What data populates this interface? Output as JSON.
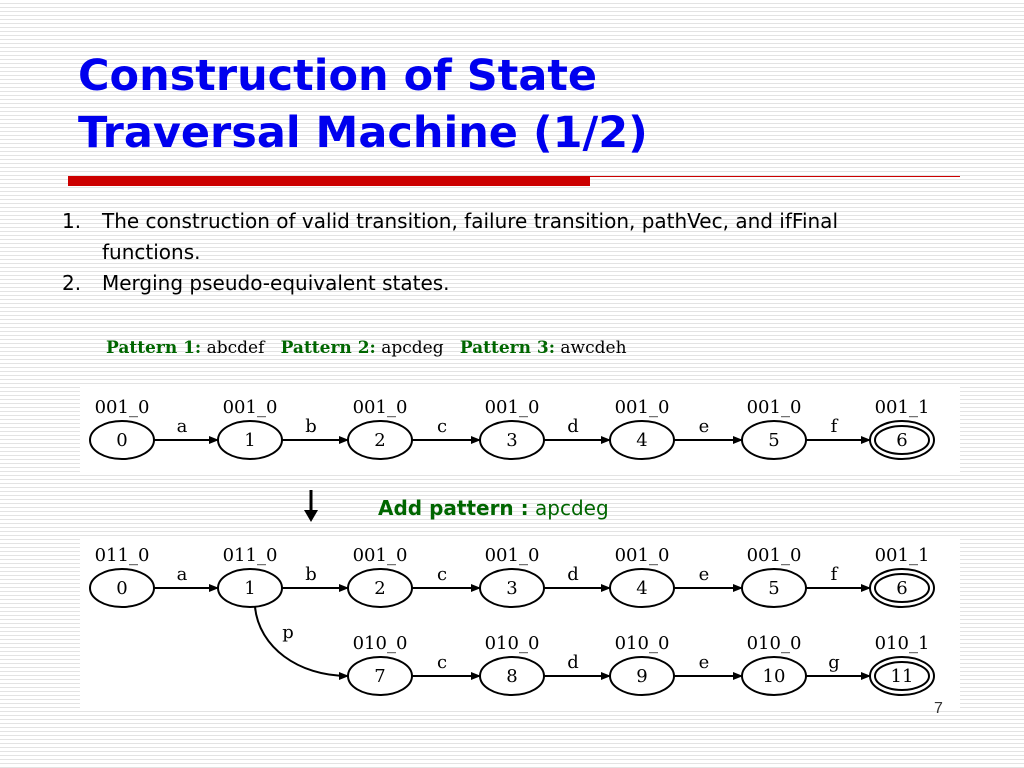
{
  "slide": {
    "title_line1": "Construction of State",
    "title_line2": "Traversal Machine (1/2)",
    "page_number": "7",
    "colors": {
      "title": "#0000ee",
      "rule": "#cc0000",
      "pattern_label": "#006600"
    }
  },
  "items": [
    {
      "num": "1.",
      "text": "The construction of valid transition, failure transition, pathVec, and ifFinal functions."
    },
    {
      "num": "2.",
      "text": "Merging pseudo-equivalent states."
    }
  ],
  "patterns": [
    {
      "label": "Pattern 1:",
      "value": "abcdef"
    },
    {
      "label": "Pattern 2:",
      "value": "apcdeg"
    },
    {
      "label": "Pattern 3:",
      "value": "awcdeh"
    }
  ],
  "add_pattern": {
    "label": "Add pattern :",
    "value": "apcdeg"
  },
  "diagram1": {
    "nodes": [
      {
        "id": "0",
        "tag": "001_0",
        "final": false
      },
      {
        "id": "1",
        "tag": "001_0",
        "final": false
      },
      {
        "id": "2",
        "tag": "001_0",
        "final": false
      },
      {
        "id": "3",
        "tag": "001_0",
        "final": false
      },
      {
        "id": "4",
        "tag": "001_0",
        "final": false
      },
      {
        "id": "5",
        "tag": "001_0",
        "final": false
      },
      {
        "id": "6",
        "tag": "001_1",
        "final": true
      }
    ],
    "edges": [
      {
        "from": "0",
        "to": "1",
        "label": "a"
      },
      {
        "from": "1",
        "to": "2",
        "label": "b"
      },
      {
        "from": "2",
        "to": "3",
        "label": "c"
      },
      {
        "from": "3",
        "to": "4",
        "label": "d"
      },
      {
        "from": "4",
        "to": "5",
        "label": "e"
      },
      {
        "from": "5",
        "to": "6",
        "label": "f"
      }
    ]
  },
  "diagram2": {
    "nodes": [
      {
        "id": "0",
        "tag": "011_0",
        "final": false
      },
      {
        "id": "1",
        "tag": "011_0",
        "final": false
      },
      {
        "id": "2",
        "tag": "001_0",
        "final": false
      },
      {
        "id": "3",
        "tag": "001_0",
        "final": false
      },
      {
        "id": "4",
        "tag": "001_0",
        "final": false
      },
      {
        "id": "5",
        "tag": "001_0",
        "final": false
      },
      {
        "id": "6",
        "tag": "001_1",
        "final": true
      },
      {
        "id": "7",
        "tag": "010_0",
        "final": false
      },
      {
        "id": "8",
        "tag": "010_0",
        "final": false
      },
      {
        "id": "9",
        "tag": "010_0",
        "final": false
      },
      {
        "id": "10",
        "tag": "010_0",
        "final": false
      },
      {
        "id": "11",
        "tag": "010_1",
        "final": true
      }
    ],
    "edges": [
      {
        "from": "0",
        "to": "1",
        "label": "a"
      },
      {
        "from": "1",
        "to": "2",
        "label": "b"
      },
      {
        "from": "2",
        "to": "3",
        "label": "c"
      },
      {
        "from": "3",
        "to": "4",
        "label": "d"
      },
      {
        "from": "4",
        "to": "5",
        "label": "e"
      },
      {
        "from": "5",
        "to": "6",
        "label": "f"
      },
      {
        "from": "1",
        "to": "7",
        "label": "p"
      },
      {
        "from": "7",
        "to": "8",
        "label": "c"
      },
      {
        "from": "8",
        "to": "9",
        "label": "d"
      },
      {
        "from": "9",
        "to": "10",
        "label": "e"
      },
      {
        "from": "10",
        "to": "11",
        "label": "g"
      }
    ]
  }
}
